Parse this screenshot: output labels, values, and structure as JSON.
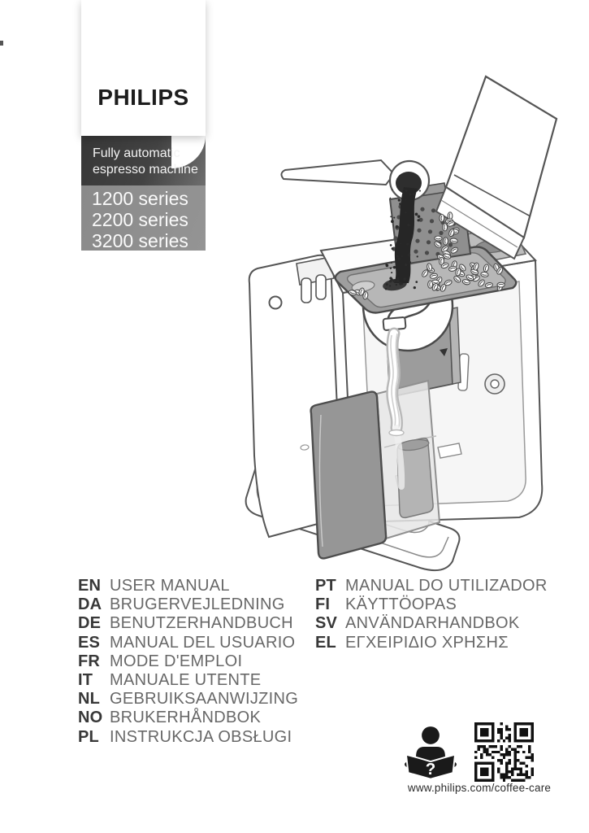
{
  "brand": {
    "logo": "PHILIPS",
    "tagline_line1": "Fully automatic",
    "tagline_line2": "espresso machine",
    "series": [
      "1200 series",
      "2200 series",
      "3200 series"
    ]
  },
  "languages": {
    "left": [
      {
        "code": "EN",
        "title": "USER MANUAL"
      },
      {
        "code": "DA",
        "title": "BRUGERVEJLEDNING"
      },
      {
        "code": "DE",
        "title": "BENUTZERHANDBUCH"
      },
      {
        "code": "ES",
        "title": "MANUAL DEL USUARIO"
      },
      {
        "code": "FR",
        "title": "MODE D'EMPLOI"
      },
      {
        "code": "IT",
        "title": "MANUALE UTENTE"
      },
      {
        "code": "NL",
        "title": "GEBRUIKSAANWIJZING"
      },
      {
        "code": "NO",
        "title": "BRUKERHÅNDBOK"
      },
      {
        "code": "PL",
        "title": "INSTRUKCJA OBSŁUGI"
      }
    ],
    "right": [
      {
        "code": "PT",
        "title": "MANUAL DO UTILIZADOR"
      },
      {
        "code": "FI",
        "title": "KÄYTTÖOPAS"
      },
      {
        "code": "SV",
        "title": "ANVÄNDARHANDBOK"
      },
      {
        "code": "EL",
        "title": "ΕΓΧΕΙΡΙΔΙΟ ΧΡΗΣΗΣ"
      }
    ]
  },
  "footer": {
    "url": "www.philips.com/coffee-care",
    "icons": [
      "person-reading-icon",
      "qr-code-icon"
    ]
  },
  "illustration": {
    "icon": "espresso-machine-filling-illustration"
  },
  "colors": {
    "logo_text": "#1d1d1d",
    "dark_panel": "#3a3a3a",
    "series_panel": "#909090",
    "panel_text": "#f5f5f5",
    "lang_code_text": "#383838",
    "lang_title_text": "#686868",
    "line_art_stroke": "#555555",
    "line_art_gray": "#9c9c9c"
  }
}
